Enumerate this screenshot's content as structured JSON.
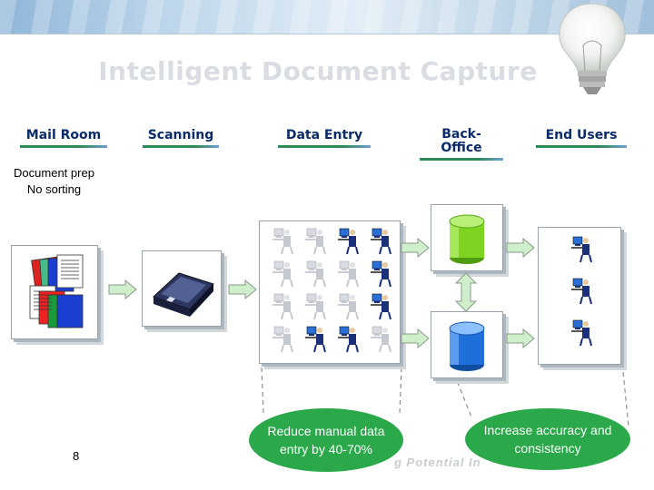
{
  "title": "Intelligent Document Capture",
  "stages": [
    {
      "id": "mail-room",
      "label": "Mail Room"
    },
    {
      "id": "scanning",
      "label": "Scanning"
    },
    {
      "id": "data-entry",
      "label": "Data Entry"
    },
    {
      "id": "back-office",
      "label": "Back-\nOffice"
    },
    {
      "id": "end-users",
      "label": "End Users"
    }
  ],
  "doc_prep": {
    "line1": "Document prep",
    "line2": "No sorting"
  },
  "callouts": {
    "reduce": "Reduce manual data entry by 40-70%",
    "increase": "Increase accuracy and consistency"
  },
  "footer": {
    "page_number": "8",
    "watermark": "g Potential In"
  },
  "colors": {
    "stage_text": "#0a2a6a",
    "underline": "#2e8b57",
    "callout": "#2aa84a",
    "arrow_fill": "#cfeecb",
    "db_green": "#7fd321",
    "db_blue": "#1e6fd9"
  }
}
